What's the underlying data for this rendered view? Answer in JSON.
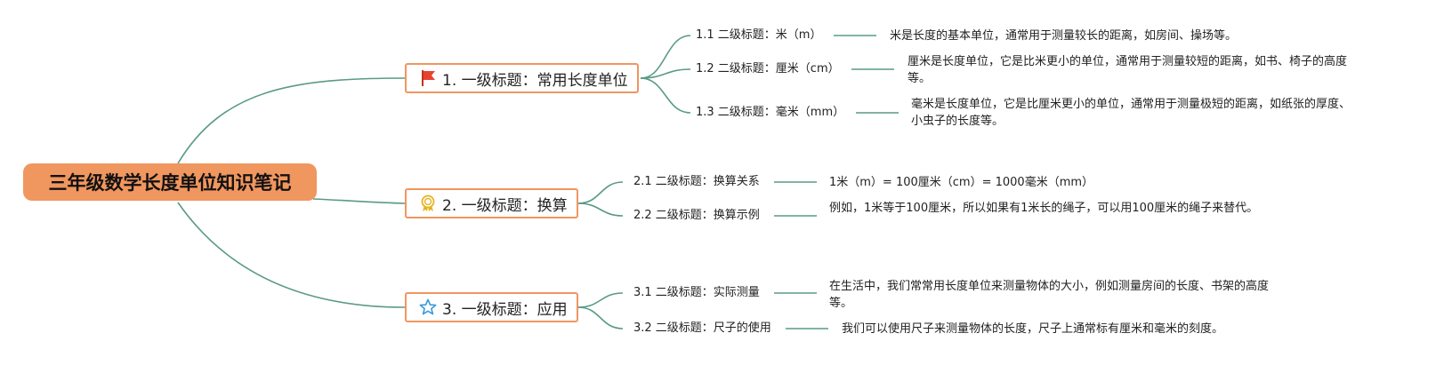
{
  "root": {
    "label": "三年级数学长度单位知识笔记"
  },
  "topics": [
    {
      "label": "1. 一级标题：常用长度单位",
      "icon": "red-flag-icon",
      "children": [
        {
          "label": "1.1 二级标题：米（m）",
          "note": "米是长度的基本单位，通常用于测量较长的距离，如房间、操场等。"
        },
        {
          "label": "1.2 二级标题：厘米（cm）",
          "note": "厘米是长度单位，它是比米更小的单位，通常用于测量较短的距离，如书、椅子的高度等。"
        },
        {
          "label": "1.3 二级标题：毫米（mm）",
          "note": "毫米是长度单位，它是比厘米更小的单位，通常用于测量极短的距离，如纸张的厚度、小虫子的长度等。"
        }
      ]
    },
    {
      "label": "2. 一级标题：换算",
      "icon": "award-medal-icon",
      "children": [
        {
          "label": "2.1 二级标题：换算关系",
          "note": "1米（m）= 100厘米（cm）= 1000毫米（mm）"
        },
        {
          "label": "2.2 二级标题：换算示例",
          "note": "例如，1米等于100厘米，所以如果有1米长的绳子，可以用100厘米的绳子来替代。"
        }
      ]
    },
    {
      "label": "3. 一级标题：应用",
      "icon": "star-icon",
      "children": [
        {
          "label": "3.1 二级标题：实际测量",
          "note": "在生活中，我们常常用长度单位来测量物体的大小，例如测量房间的长度、书架的高度等。"
        },
        {
          "label": "3.2 二级标题：尺子的使用",
          "note": "我们可以使用尺子来测量物体的长度，尺子上通常标有厘米和毫米的刻度。"
        }
      ]
    }
  ],
  "colors": {
    "accent": "#f0965f",
    "line": "#5a9a86",
    "flag": "#e8432e",
    "medal": "#e6b422",
    "star": "#3a9ad9"
  }
}
